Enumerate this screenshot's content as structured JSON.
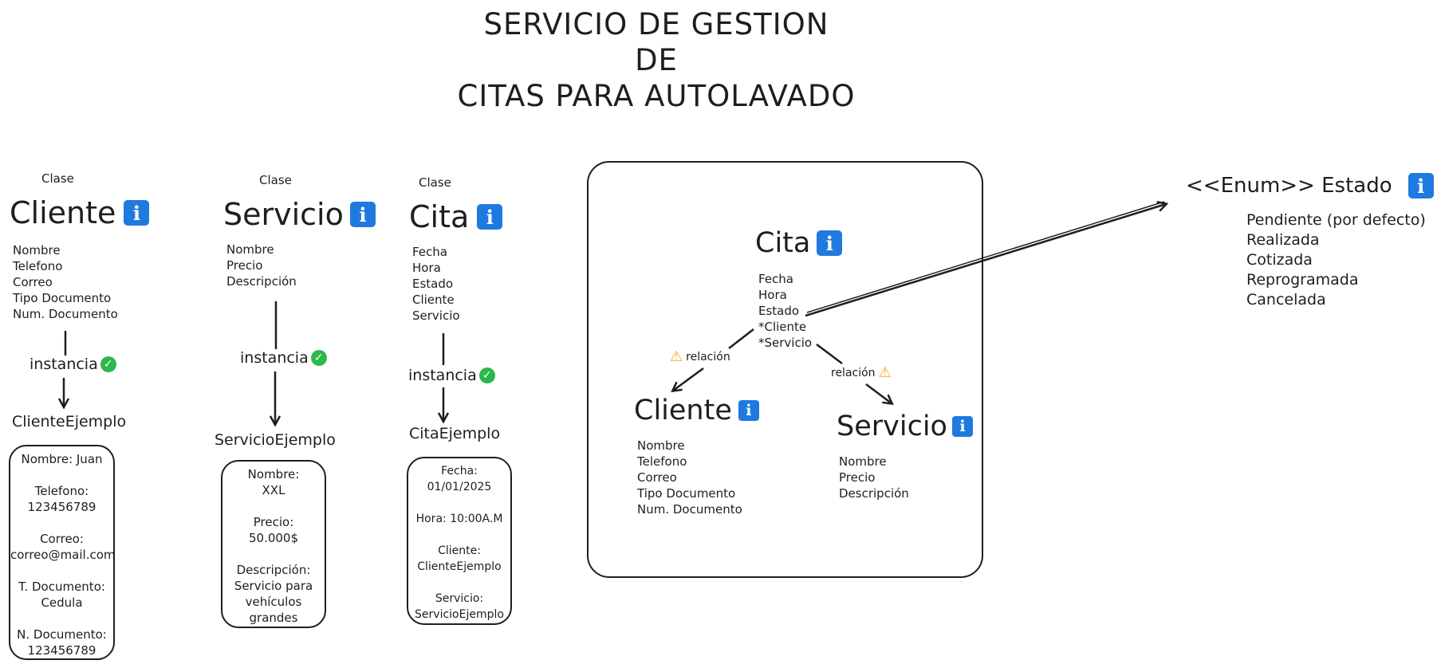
{
  "title": "SERVICIO DE GESTION\nDE\nCITAS PARA AUTOLAVADO",
  "info_glyph": "i",
  "check_glyph": "✓",
  "warn_glyph": "⚠",
  "clase_label": "Clase",
  "instancia_label": "instancia",
  "relacion_label": "relación",
  "classes": {
    "cliente": {
      "name": "Cliente",
      "attributes": [
        "Nombre",
        "Telefono",
        "Correo",
        "Tipo Documento",
        "Num. Documento"
      ],
      "example_name": "ClienteEjemplo",
      "example_fields": [
        {
          "label": "Nombre: Juan",
          "value": ""
        },
        {
          "label": "Telefono:",
          "value": "123456789"
        },
        {
          "label": "Correo:",
          "value": "correo@mail.com"
        },
        {
          "label": "T. Documento:",
          "value": "Cedula"
        },
        {
          "label": "N. Documento:",
          "value": "123456789"
        }
      ]
    },
    "servicio": {
      "name": "Servicio",
      "attributes": [
        "Nombre",
        "Precio",
        "Descripción"
      ],
      "example_name": "ServicioEjemplo",
      "example_fields": [
        {
          "label": "Nombre:",
          "value": "XXL"
        },
        {
          "label": "Precio:",
          "value": "50.000$"
        },
        {
          "label": "Descripción:",
          "value": "Servicio para vehículos grandes"
        }
      ]
    },
    "cita": {
      "name": "Cita",
      "attributes": [
        "Fecha",
        "Hora",
        "Estado",
        "Cliente",
        "Servicio"
      ],
      "example_name": "CitaEjemplo",
      "example_fields": [
        {
          "label": "Fecha:",
          "value": "01/01/2025"
        },
        {
          "label": "Hora: 10:00A.M",
          "value": ""
        },
        {
          "label": "Cliente:",
          "value": "ClienteEjemplo"
        },
        {
          "label": "Servicio:",
          "value": "ServicioEjemplo"
        }
      ]
    }
  },
  "relation_diagram": {
    "cita": {
      "name": "Cita",
      "attributes": [
        "Fecha",
        "Hora",
        "Estado",
        "*Cliente",
        "*Servicio"
      ]
    },
    "cliente": {
      "name": "Cliente",
      "attributes": [
        "Nombre",
        "Telefono",
        "Correo",
        "Tipo Documento",
        "Num. Documento"
      ]
    },
    "servicio": {
      "name": "Servicio",
      "attributes": [
        "Nombre",
        "Precio",
        "Descripción"
      ]
    }
  },
  "enum": {
    "title": "<<Enum>> Estado",
    "values": [
      "Pendiente (por defecto)",
      "Realizada",
      "Cotizada",
      "Reprogramada",
      "Cancelada"
    ]
  },
  "colors": {
    "info": "#1f7ae0",
    "check": "#2db84d",
    "warn": "#f2a21b",
    "stroke": "#1e1e1e"
  }
}
